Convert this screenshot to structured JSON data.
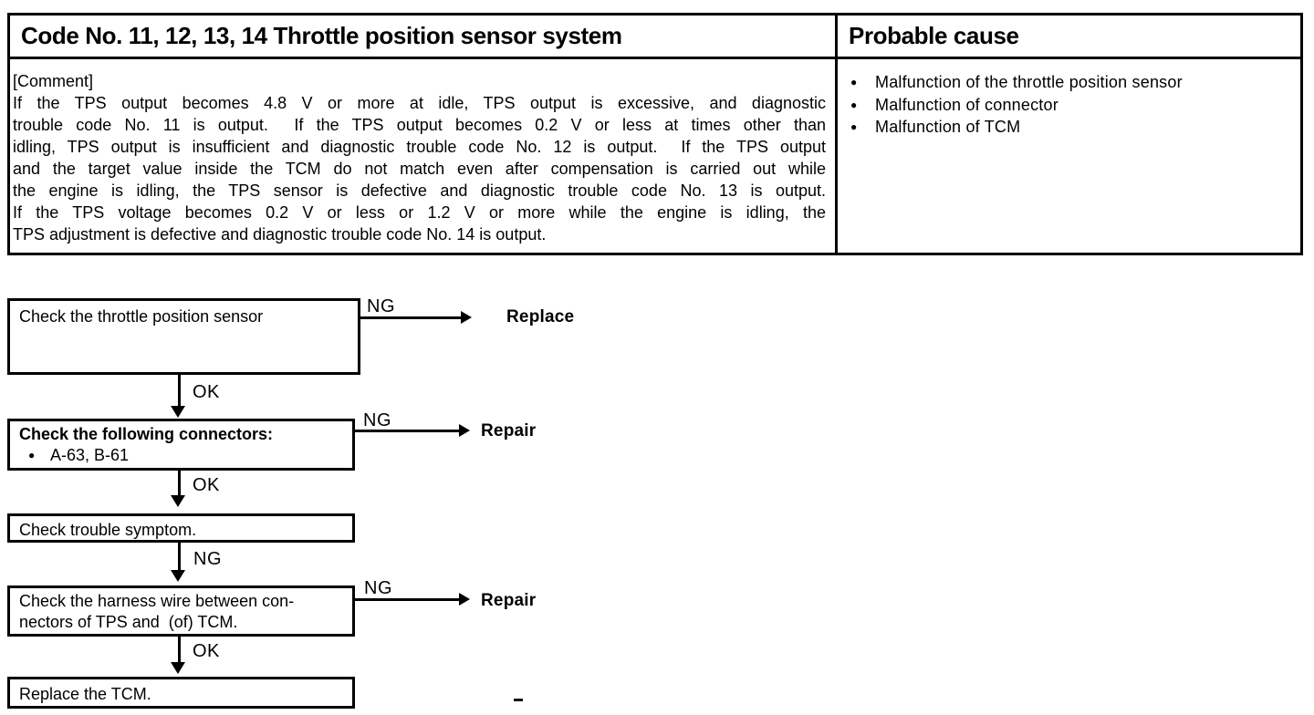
{
  "icons": {
    "bullet": "●"
  },
  "table": {
    "code_title": "Code No. 11, 12, 13, 14 Throttle position sensor system",
    "probable_cause_header": "Probable cause",
    "comment_label": "[Comment]",
    "comment_lines": [
      "If the TPS output becomes 4.8 V or more at idle, TPS output is excessive, and diagnostic",
      "trouble code No. 11 is output.  If the TPS output becomes 0.2 V or less at times other than",
      "idling, TPS output is insufficient and diagnostic trouble code No. 12 is output.  If the TPS output",
      "and the target value inside the TCM do not match even after compensation is carried out while",
      "the engine is idling, the TPS sensor is defective and diagnostic trouble code No. 13 is output.",
      "If the TPS voltage becomes 0.2 V or less or 1.2 V or more while the engine is idling, the",
      "TPS adjustment is defective and diagnostic trouble code No. 14 is output."
    ],
    "probable_causes": [
      "Malfunction of the throttle position sensor",
      "Malfunction of connector",
      "Malfunction of TCM"
    ]
  },
  "flowchart": {
    "ng_label": "NG",
    "ok_label": "OK",
    "steps": {
      "step1": {
        "text": "Check the throttle position sensor",
        "ng_action": "Replace"
      },
      "step2": {
        "title": "Check the following connectors:",
        "item": "A-63, B-61",
        "ng_action": "Repair"
      },
      "step3": {
        "text": "Check trouble symptom."
      },
      "step4": {
        "line1": "Check the harness wire between con-",
        "line2": "nectors of TPS and  (of) TCM.",
        "ng_action": "Repair"
      },
      "step5": {
        "text": "Replace the TCM."
      }
    }
  }
}
